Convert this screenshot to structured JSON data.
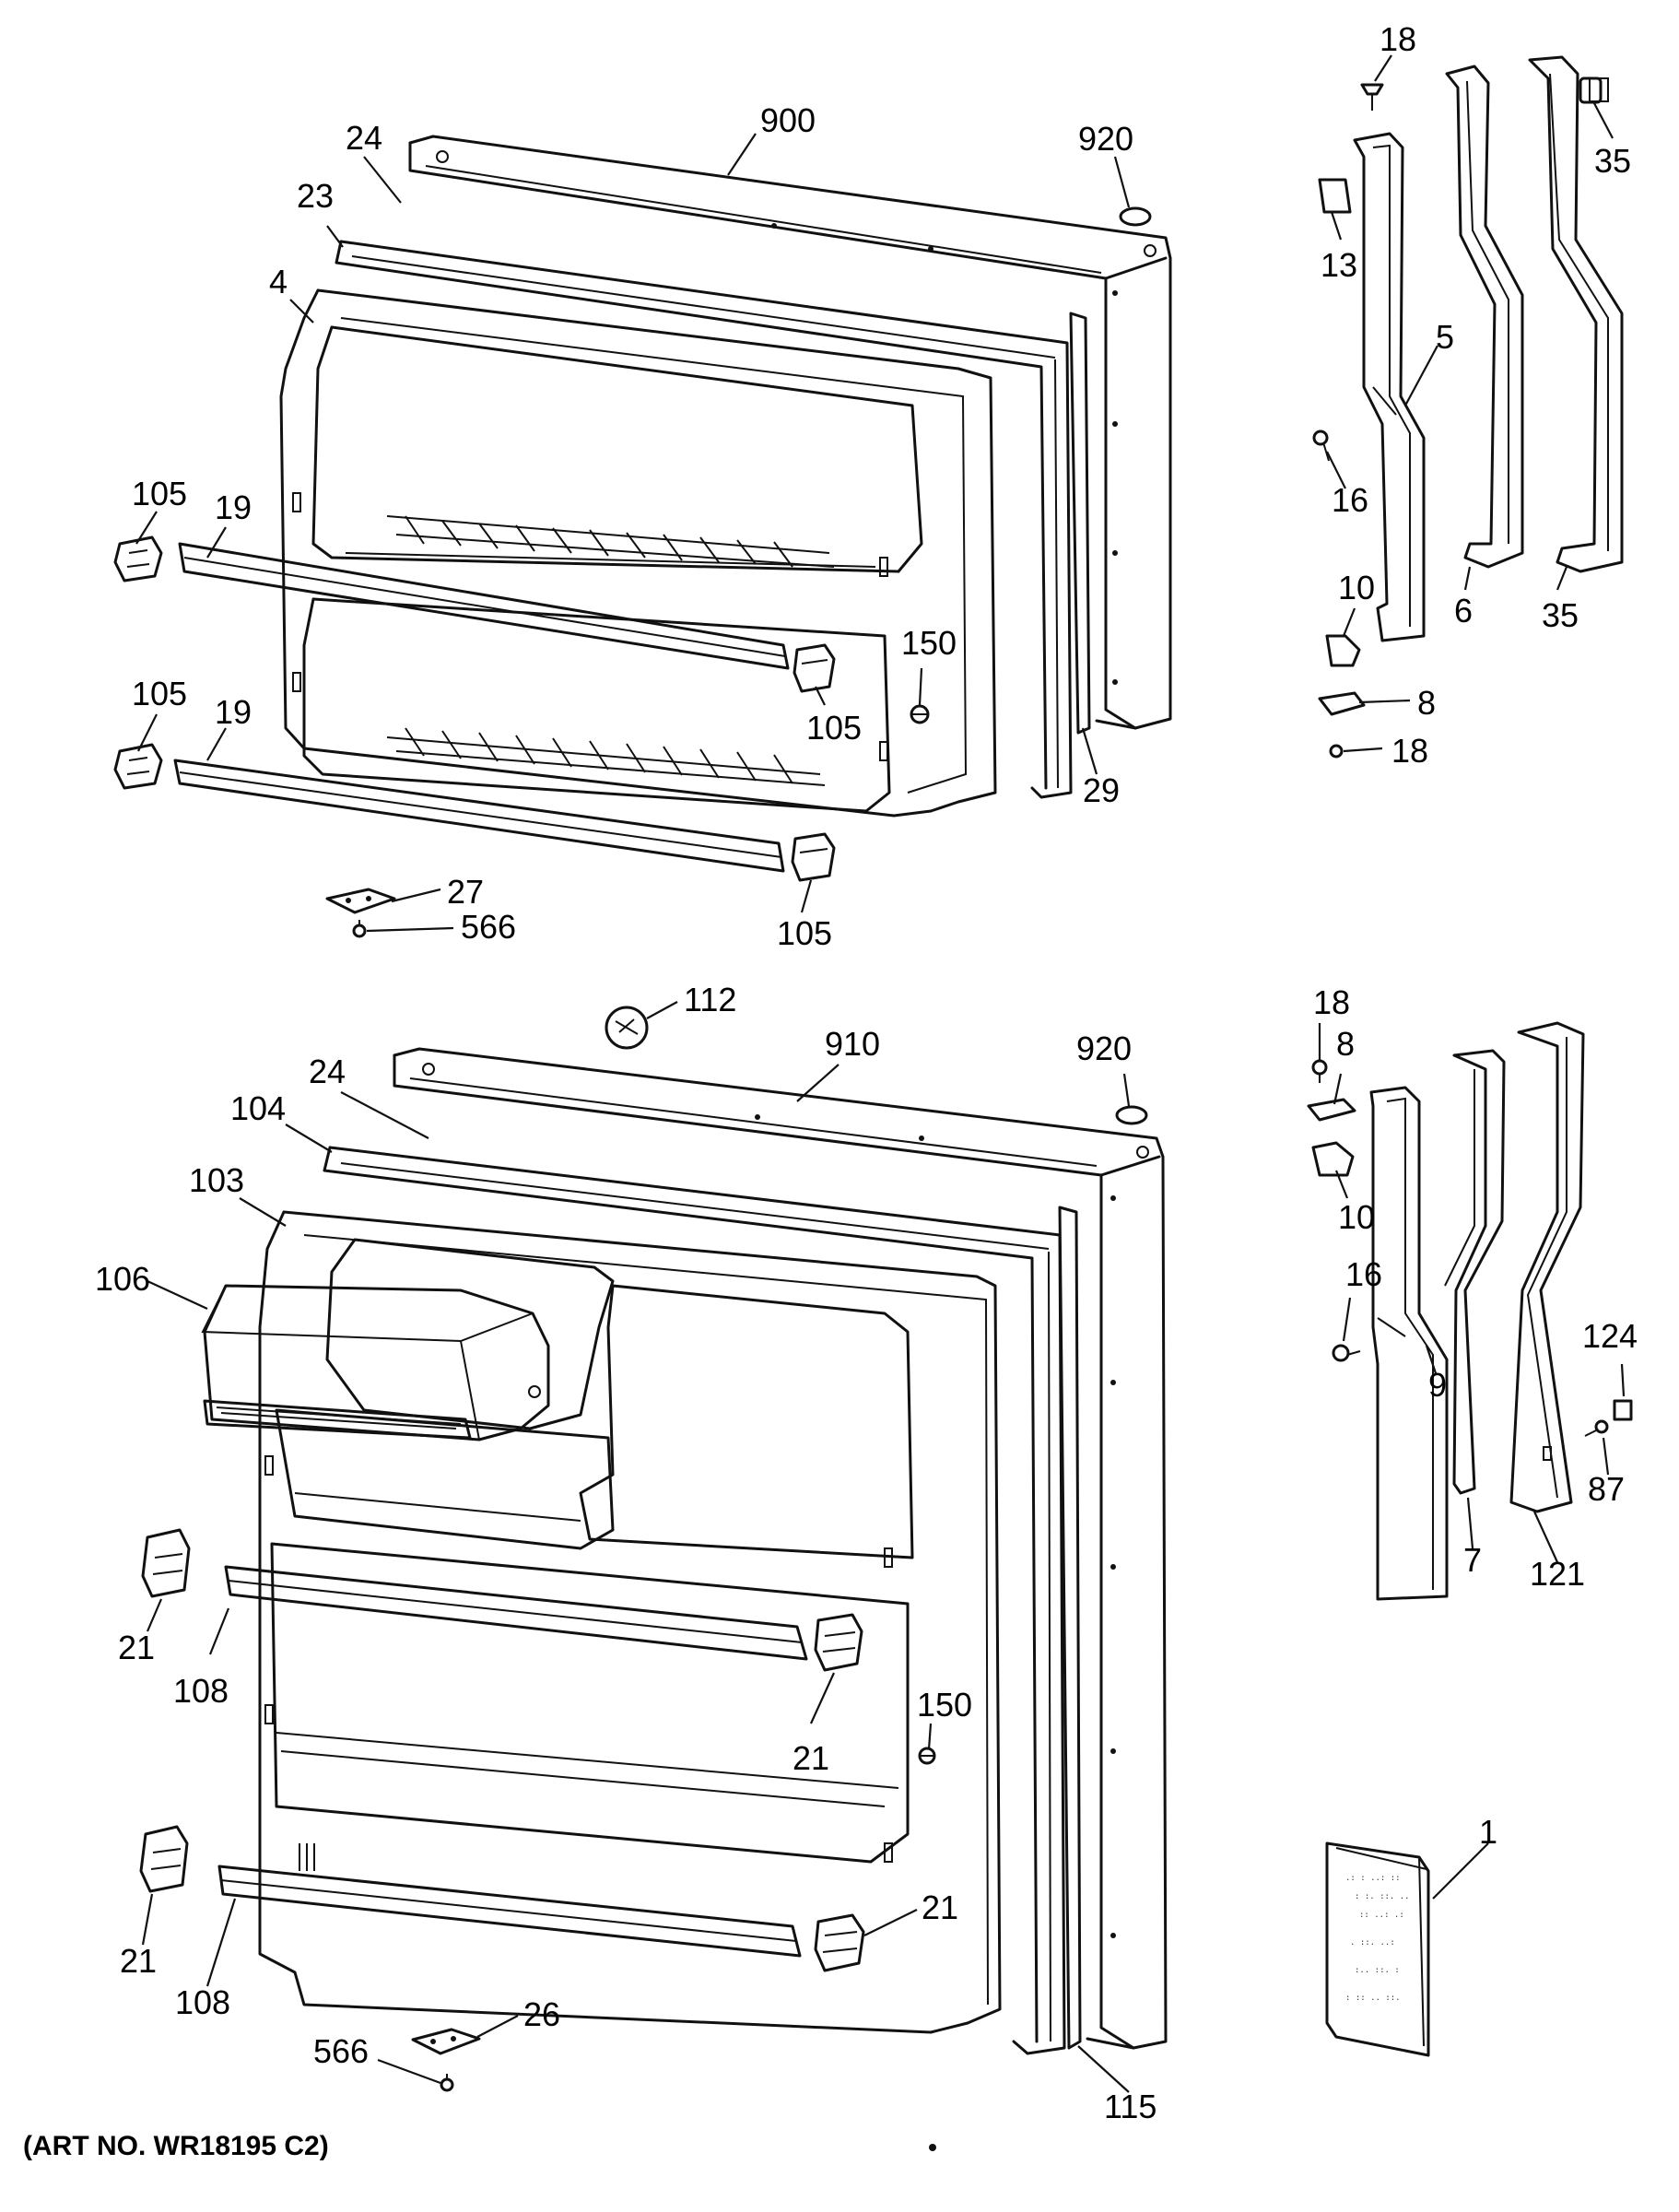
{
  "caption": "(ART NO. WR18195 C2)",
  "callouts": {
    "freezer_door": {
      "c18_top": "18",
      "c900": "900",
      "c920": "920",
      "c35_top": "35",
      "c24": "24",
      "c23": "23",
      "c13": "13",
      "c4": "4",
      "c5": "5",
      "c105_a": "105",
      "c19_a": "19",
      "c16": "16",
      "c10": "10",
      "c6": "6",
      "c35_bot": "35",
      "c150": "150",
      "c8": "8",
      "c18_bot": "18",
      "c105_b": "105",
      "c19_b": "19",
      "c105_c": "105",
      "c29": "29",
      "c27": "27",
      "c566": "566",
      "c105_d": "105"
    },
    "fresh_food_door": {
      "c112": "112",
      "c18": "18",
      "c910": "910",
      "c920": "920",
      "c8": "8",
      "c24": "24",
      "c104": "104",
      "c103": "103",
      "c10": "10",
      "c16": "16",
      "c106": "106",
      "c9": "9",
      "c124": "124",
      "c87": "87",
      "c21_a": "21",
      "c108_a": "108",
      "c7": "7",
      "c121": "121",
      "c150": "150",
      "c21_b": "21",
      "c1": "1",
      "c21_c": "21",
      "c21_d": "21",
      "c108_b": "108",
      "c115": "115",
      "c26": "26",
      "c566": "566"
    }
  }
}
